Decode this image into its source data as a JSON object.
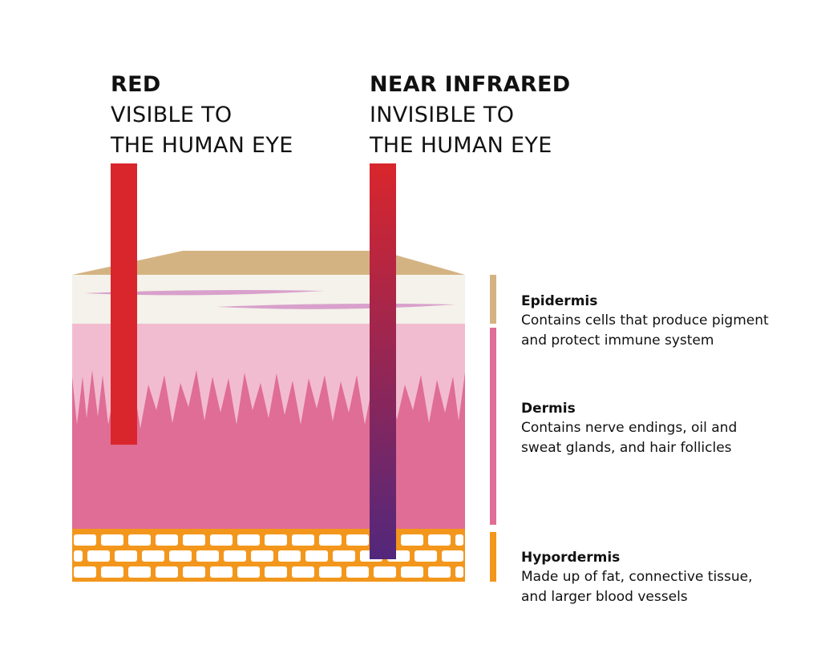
{
  "beams": [
    {
      "title": "RED",
      "line1": "VISIBLE TO",
      "line2": "THE HUMAN EYE",
      "color_top": "#d9262c",
      "color_bottom": "#d9262c"
    },
    {
      "title": "NEAR INFRARED",
      "line1": "INVISIBLE TO",
      "line2": "THE HUMAN EYE",
      "color_top": "#d9262c",
      "color_bottom": "#52277c"
    }
  ],
  "layers": [
    {
      "name": "Epidermis",
      "desc1": "Contains cells that produce pigment",
      "desc2": "and protect immune system",
      "color": "#d4b383"
    },
    {
      "name": "Dermis",
      "desc1": "Contains nerve endings, oil and",
      "desc2": "sweat glands, and hair follicles",
      "color": "#df6d95"
    },
    {
      "name": "Hypordermis",
      "desc1": "Made up of fat, connective tissue,",
      "desc2": "and larger blood vessels",
      "color": "#f3961c"
    }
  ],
  "colors": {
    "skin_top": "#d4b383",
    "epidermis": "#f4f2ea",
    "papillary": "#f2bcd0",
    "dermis": "#df6d95",
    "hypodermis": "#f3961c",
    "fat_cell": "#ffffff",
    "streak": "#d9a0cc"
  }
}
